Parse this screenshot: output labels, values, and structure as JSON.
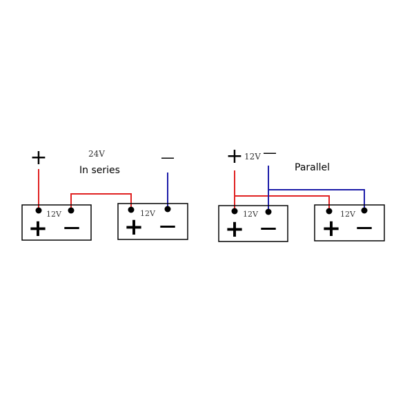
{
  "series": {
    "voltage_label": "24V",
    "title": "In series",
    "plus_label": "+",
    "minus_label": "—",
    "batteries": [
      {
        "voltage": "12V",
        "plus": "+",
        "minus": "—"
      },
      {
        "voltage": "12V",
        "plus": "+",
        "minus": "—"
      }
    ]
  },
  "parallel": {
    "voltage_label": "12V",
    "title": "Parallel",
    "plus_label": "+",
    "minus_label": "—",
    "batteries": [
      {
        "voltage": "12V",
        "plus": "+",
        "minus": "—"
      },
      {
        "voltage": "12V",
        "plus": "+",
        "minus": "—"
      }
    ]
  },
  "colors": {
    "positive_wire": "#e02020",
    "negative_wire": "#1a1aa8",
    "outline": "#000000"
  }
}
